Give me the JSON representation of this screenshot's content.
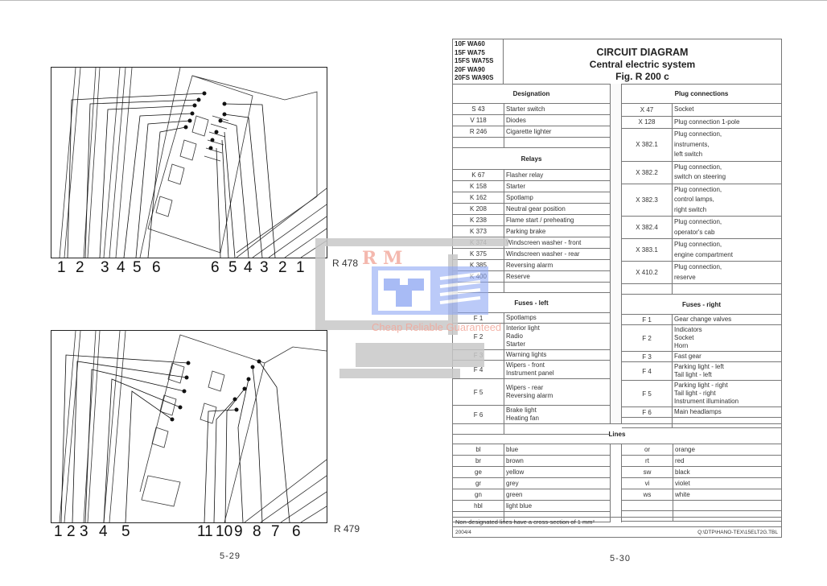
{
  "left_page": {
    "figure1": {
      "callouts_left": [
        "1",
        "2",
        "3",
        "4",
        "5",
        "6"
      ],
      "callouts_right": [
        "6",
        "5",
        "4",
        "3",
        "2",
        "1"
      ],
      "ref": "R 478"
    },
    "figure2": {
      "callouts_left": [
        "1",
        "2",
        "3",
        "4",
        "5"
      ],
      "callouts_right": [
        "11",
        "10",
        "9",
        "8",
        "7",
        "6"
      ],
      "ref": "R 479"
    },
    "page_number": "5-29"
  },
  "right_page": {
    "models": [
      "10F  WA60",
      "15F  WA75",
      "15FS WA75S",
      "20F  WA90",
      "20FS WA90S"
    ],
    "title": "CIRCUIT DIAGRAM",
    "subtitle": "Central electric system",
    "figure": "Fig. R 200 c",
    "designation": {
      "heading": "Designation",
      "rows": [
        {
          "code": "S  43",
          "desc": [
            "Starter switch"
          ]
        },
        {
          "code": "V 118",
          "desc": [
            "Diodes"
          ]
        },
        {
          "code": "R 246",
          "desc": [
            "Cigarette lighter"
          ]
        },
        {
          "code": "",
          "desc": [
            ""
          ]
        }
      ]
    },
    "relays": {
      "heading": "Relays",
      "rows": [
        {
          "code": "K  67",
          "desc": [
            "Flasher relay"
          ]
        },
        {
          "code": "K 158",
          "desc": [
            "Starter"
          ]
        },
        {
          "code": "K 162",
          "desc": [
            "Spotlamp"
          ]
        },
        {
          "code": "K 208",
          "desc": [
            "Neutral gear position"
          ]
        },
        {
          "code": "K 238",
          "desc": [
            "Flame start / preheating"
          ]
        },
        {
          "code": "K 373",
          "desc": [
            "Parking brake"
          ]
        },
        {
          "code": "K 374",
          "desc": [
            "Windscreen washer - front"
          ]
        },
        {
          "code": "K 375",
          "desc": [
            "Windscreen washer - rear"
          ]
        },
        {
          "code": "K 385",
          "desc": [
            "Reversing alarm"
          ]
        },
        {
          "code": "K 400",
          "desc": [
            "Reserve"
          ]
        },
        {
          "code": "",
          "desc": [
            ""
          ]
        }
      ]
    },
    "plug_connections": {
      "heading": "Plug connections",
      "rows": [
        {
          "code": "X  47",
          "desc": [
            "Socket"
          ]
        },
        {
          "code": "X 128",
          "desc": [
            "Plug connection 1-pole"
          ]
        },
        {
          "code": "X 382.1",
          "desc": [
            "Plug connection,",
            "instruments,",
            "left switch"
          ]
        },
        {
          "code": "X 382.2",
          "desc": [
            "Plug connection,",
            "switch on steering"
          ]
        },
        {
          "code": "X 382.3",
          "desc": [
            "Plug connection,",
            "control lamps,",
            "right switch"
          ]
        },
        {
          "code": "X 382.4",
          "desc": [
            "Plug connection,",
            "operator's cab"
          ]
        },
        {
          "code": "X 383.1",
          "desc": [
            "Plug connection,",
            "engine compartment"
          ]
        },
        {
          "code": "X 410.2",
          "desc": [
            "Plug connection,",
            "reserve"
          ]
        },
        {
          "code": "",
          "desc": [
            ""
          ]
        }
      ]
    },
    "fuses_left": {
      "heading": "Fuses - left",
      "rows": [
        {
          "code": "F 1",
          "desc": [
            "Spotlamps"
          ]
        },
        {
          "code": "F 2",
          "desc": [
            "Interior light",
            "Radio",
            "Starter"
          ]
        },
        {
          "code": "F 3",
          "desc": [
            "Warning lights"
          ]
        },
        {
          "code": "F 4",
          "desc": [
            "Wipers - front",
            "Instrument panel"
          ]
        },
        {
          "code": "F 5",
          "desc": [
            "Wipers - rear",
            "Reversing alarm"
          ],
          "tall": true
        },
        {
          "code": "F 6",
          "desc": [
            "Brake light",
            "Heating fan"
          ]
        },
        {
          "code": "",
          "desc": [
            ""
          ]
        }
      ]
    },
    "fuses_right": {
      "heading": "Fuses - right",
      "rows": [
        {
          "code": "F 1",
          "desc": [
            "Gear change valves"
          ]
        },
        {
          "code": "F 2",
          "desc": [
            "Indicators",
            "Socket",
            "Horn"
          ]
        },
        {
          "code": "F 3",
          "desc": [
            "Fast gear"
          ]
        },
        {
          "code": "F 4",
          "desc": [
            "Parking light - left",
            "Tail light - left"
          ]
        },
        {
          "code": "F 5",
          "desc": [
            "Parking light - right",
            "Tail light - right",
            "Instrument illumination"
          ]
        },
        {
          "code": "F 6",
          "desc": [
            "Main headlamps"
          ]
        },
        {
          "code": "",
          "desc": [
            ""
          ]
        }
      ]
    },
    "lines": {
      "heading": "Lines",
      "left": [
        {
          "code": "bl",
          "desc": [
            "blue"
          ]
        },
        {
          "code": "br",
          "desc": [
            "brown"
          ]
        },
        {
          "code": "ge",
          "desc": [
            "yellow"
          ]
        },
        {
          "code": "gr",
          "desc": [
            "grey"
          ]
        },
        {
          "code": "gn",
          "desc": [
            "green"
          ]
        },
        {
          "code": "hbl",
          "desc": [
            "light blue"
          ]
        },
        {
          "code": "",
          "desc": [
            ""
          ]
        }
      ],
      "right": [
        {
          "code": "or",
          "desc": [
            "orange"
          ]
        },
        {
          "code": "rt",
          "desc": [
            "red"
          ]
        },
        {
          "code": "sw",
          "desc": [
            "black"
          ]
        },
        {
          "code": "vi",
          "desc": [
            "violet"
          ]
        },
        {
          "code": "ws",
          "desc": [
            "white"
          ]
        },
        {
          "code": "",
          "desc": [
            ""
          ]
        },
        {
          "code": "",
          "desc": [
            ""
          ]
        }
      ]
    },
    "note": "Non-designated lines have a cross-section of 1 mm²",
    "footer_date": "2004/4",
    "footer_file": "Q:\\DTP\\HANO-TEX\\15ELT2G.TBL",
    "page_number": "5-30"
  },
  "watermark": {
    "brand": "R M",
    "tagline": "Cheap Reliable Guaranteed",
    "colors": {
      "brand": "#f2a79a",
      "icon": "#6f8ff0",
      "gray": "#c8c8c8"
    }
  }
}
